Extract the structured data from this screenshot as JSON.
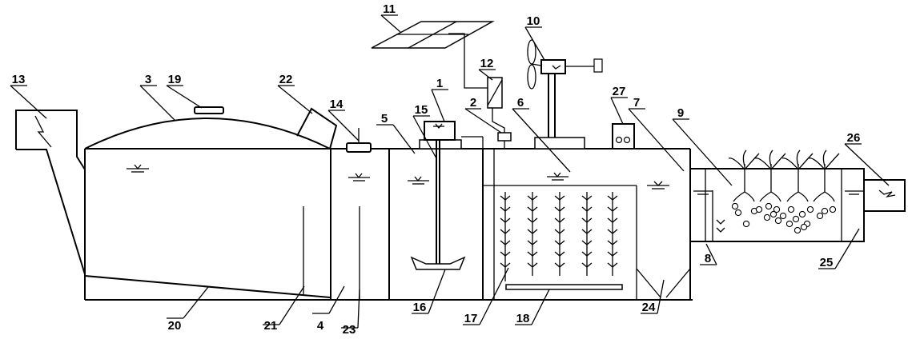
{
  "diagram": {
    "labels": [
      "1",
      "2",
      "3",
      "4",
      "5",
      "6",
      "7",
      "8",
      "9",
      "10",
      "11",
      "12",
      "13",
      "14",
      "15",
      "16",
      "17",
      "18",
      "19",
      "20",
      "21",
      "22",
      "23",
      "24",
      "25",
      "26",
      "27"
    ],
    "colors": {
      "line": "#000000",
      "background": "#ffffff"
    }
  }
}
